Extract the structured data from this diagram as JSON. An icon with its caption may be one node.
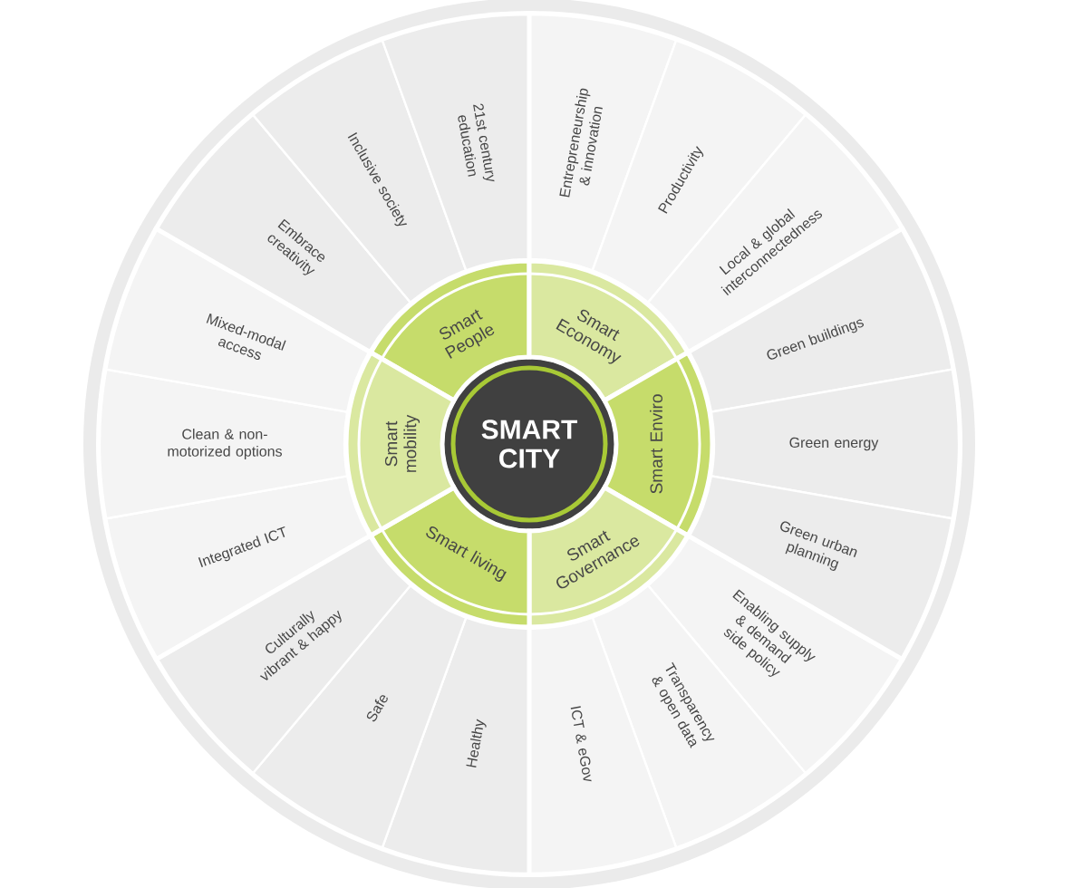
{
  "diagram": {
    "nodes": [
      {
        "text": [
          "SMART CITY"
        ]
      },
      {
        "text": [
          "Smart People"
        ]
      },
      {
        "text": [
          "Smart Economy"
        ]
      },
      {
        "text": [
          "Smart Enviro"
        ]
      },
      {
        "text": [
          "Smart Governance"
        ]
      },
      {
        "text": [
          "Smart living"
        ]
      },
      {
        "text": [
          "Smart mobility"
        ]
      },
      {
        "text": [
          "Embrace creativity"
        ]
      },
      {
        "text": [
          "Inclusive society"
        ]
      },
      {
        "text": [
          "21st century education"
        ]
      },
      {
        "text": [
          "Entrepreneurship & innovation"
        ]
      },
      {
        "text": [
          "Productivity"
        ]
      },
      {
        "text": [
          "Local & global interconnectedness"
        ]
      },
      {
        "text": [
          "Green buildings"
        ]
      },
      {
        "text": [
          "Green energy"
        ]
      },
      {
        "text": [
          "Green urban planning"
        ]
      },
      {
        "text": [
          "Enabling supply & demand side policy"
        ]
      },
      {
        "text": [
          "Transparency & open data"
        ]
      },
      {
        "text": [
          "ICT & eGov"
        ]
      },
      {
        "text": [
          "Healthy"
        ]
      },
      {
        "text": [
          "Safe"
        ]
      },
      {
        "text": [
          "Culturally vibrant & happy"
        ]
      },
      {
        "text": [
          "Integrated ICT"
        ]
      },
      {
        "text": [
          "Clean & non-motorized options"
        ]
      },
      {
        "text": [
          "Mixed-modal access"
        ]
      }
    ]
  }
}
